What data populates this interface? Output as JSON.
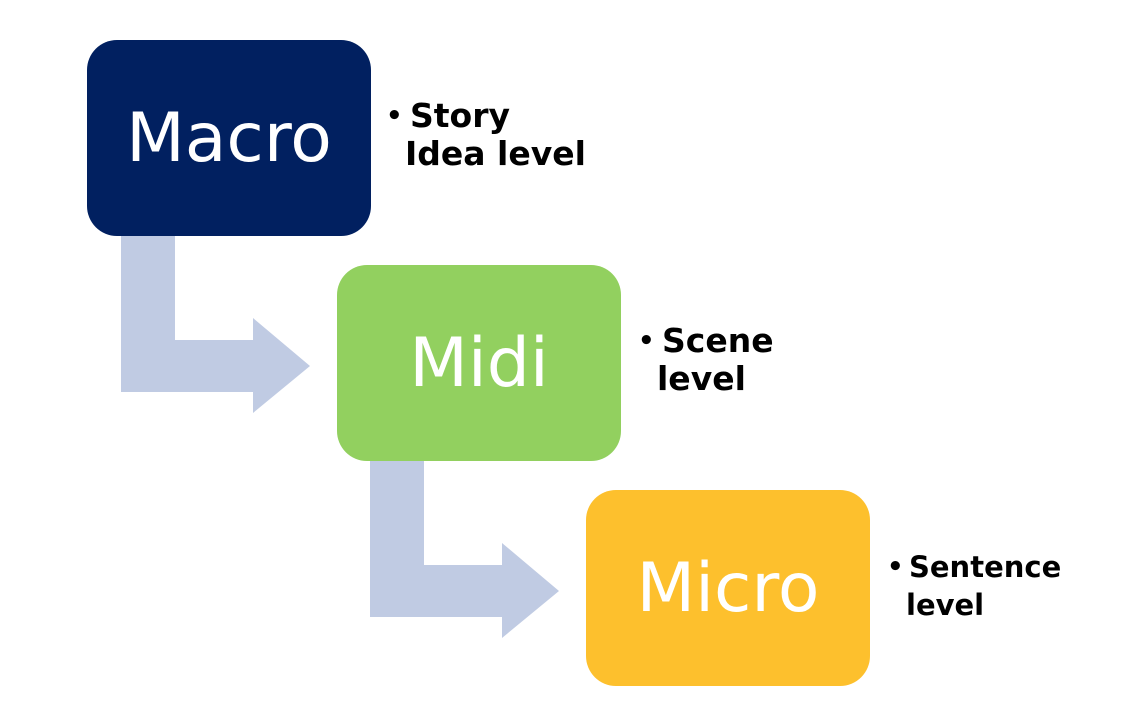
{
  "colors": {
    "macro": "#012060",
    "midi": "#92d05f",
    "micro": "#fdc02d",
    "arrow": "#c0cbe3",
    "box_text": "#ffffff"
  },
  "levels": [
    {
      "title": "Macro",
      "bullet": "•",
      "note_line1": "Story",
      "note_line2": "Idea level"
    },
    {
      "title": "Midi",
      "bullet": "•",
      "note_line1": "Scene",
      "note_line2": "level"
    },
    {
      "title": "Micro",
      "bullet": "•",
      "note_line1": "Sentence",
      "note_line2": "level"
    }
  ]
}
